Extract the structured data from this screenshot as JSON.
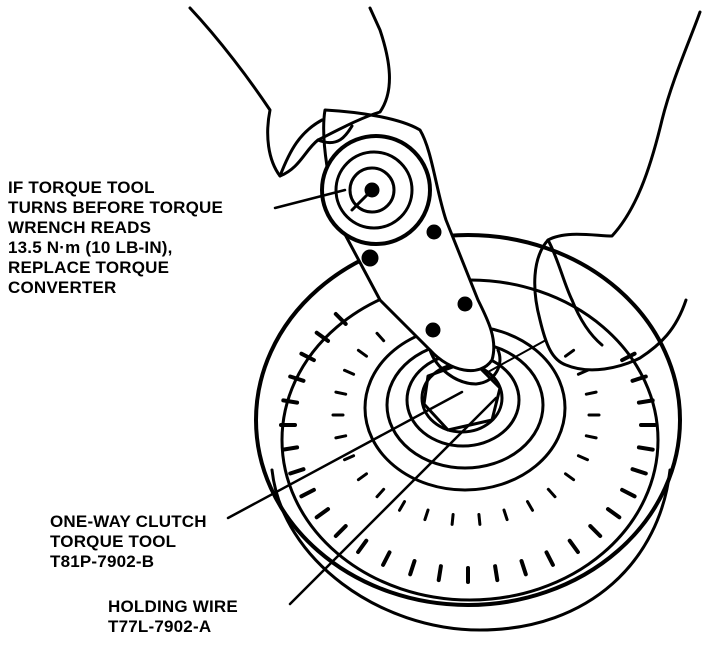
{
  "colors": {
    "ink": "#000000",
    "paper": "#ffffff"
  },
  "callouts": {
    "torque_note": {
      "lines": [
        "IF TORQUE TOOL",
        "TURNS BEFORE TORQUE",
        "WRENCH READS",
        "13.5 N·m (10 LB-IN),",
        "REPLACE TORQUE",
        "CONVERTER"
      ]
    },
    "clutch_tool": {
      "lines": [
        "ONE-WAY CLUTCH",
        "TORQUE TOOL",
        "T81P-7902-B"
      ]
    },
    "holding_wire": {
      "lines": [
        "HOLDING WIRE",
        "T77L-7902-A"
      ]
    }
  },
  "icons": [
    "hand-left-icon",
    "hand-right-icon",
    "torque-wrench-icon",
    "dial-gauge-icon",
    "torque-converter-icon"
  ]
}
